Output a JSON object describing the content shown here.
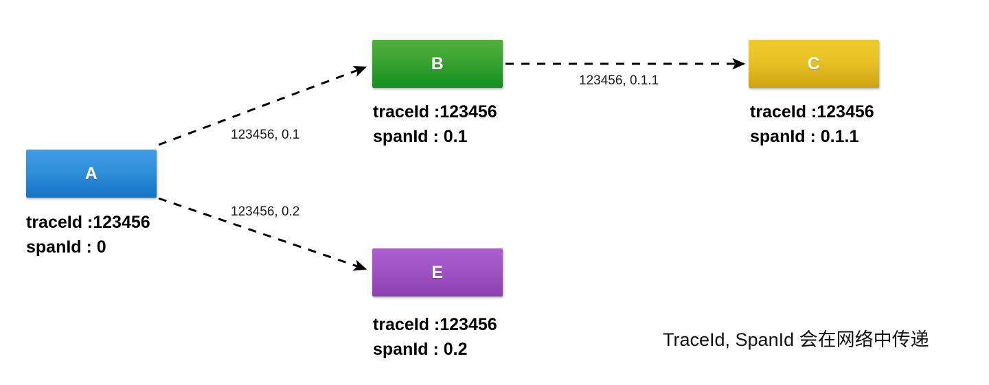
{
  "diagram": {
    "title_caption": "TraceId, SpanId 会在网络中传递",
    "nodes": [
      {
        "id": "A",
        "letter": "A",
        "color": "#1473c6",
        "traceId_line": "traceId :123456",
        "spanId_line": "spanId : 0"
      },
      {
        "id": "B",
        "letter": "B",
        "color": "#12901f",
        "traceId_line": "traceId :123456",
        "spanId_line": "spanId : 0.1"
      },
      {
        "id": "C",
        "letter": "C",
        "color": "#cda310",
        "traceId_line": "traceId :123456",
        "spanId_line": "spanId : 0.1.1"
      },
      {
        "id": "E",
        "letter": "E",
        "color": "#8b3fb0",
        "traceId_line": "traceId :123456",
        "spanId_line": "spanId : 0.2"
      }
    ],
    "edges": [
      {
        "from": "A",
        "to": "B",
        "label": "123456, 0.1"
      },
      {
        "from": "A",
        "to": "E",
        "label": "123456, 0.2"
      },
      {
        "from": "B",
        "to": "C",
        "label": "123456, 0.1.1"
      }
    ]
  }
}
